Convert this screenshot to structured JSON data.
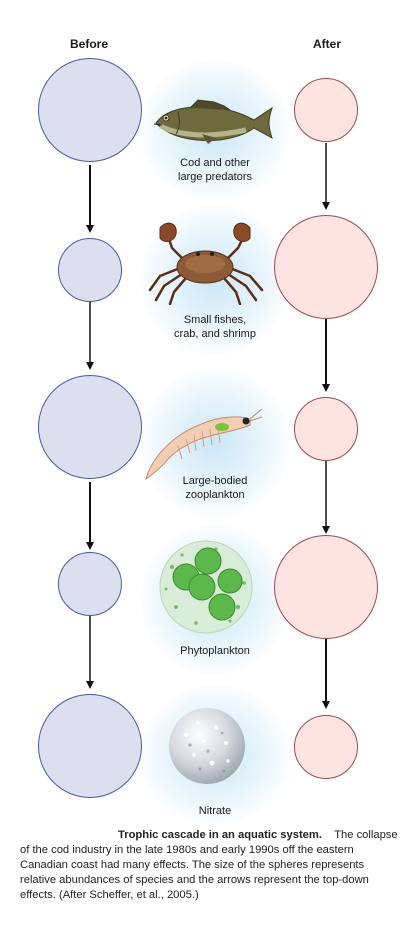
{
  "headers": {
    "before": "Before",
    "after": "After"
  },
  "levels": [
    {
      "label_line1": "Cod and other",
      "label_line2": "large predators",
      "before_size": "large",
      "after_size": "small",
      "icon": "bass-fish-icon"
    },
    {
      "label_line1": "Small fishes,",
      "label_line2": "crab, and shrimp",
      "before_size": "small",
      "after_size": "large",
      "icon": "crab-icon"
    },
    {
      "label_line1": "Large-bodied",
      "label_line2": "zooplankton",
      "before_size": "large",
      "after_size": "small",
      "icon": "krill-icon"
    },
    {
      "label_line1": "Phytoplankton",
      "label_line2": "",
      "before_size": "small",
      "after_size": "large",
      "icon": "phytoplankton-icon"
    },
    {
      "label_line1": "Nitrate",
      "label_line2": "",
      "before_size": "large",
      "after_size": "small",
      "icon": "nitrate-icon"
    }
  ],
  "caption": {
    "title": "Trophic cascade in an aquatic system.",
    "body": "The collapse of the cod industry in the late 1980s and early 1990s off the eastern Canadian coast had many effects. The size of the spheres represents relative abundances of species and the arrows represent the top-down effects. (After Scheffer, et al., 2005.)"
  },
  "colors": {
    "before_fill": "#dcdff0",
    "before_stroke": "#4a5d9c",
    "after_fill": "#fde3e1",
    "after_stroke": "#9c4d4d",
    "arrow": "#111111",
    "glow": "#bfe0f4"
  }
}
